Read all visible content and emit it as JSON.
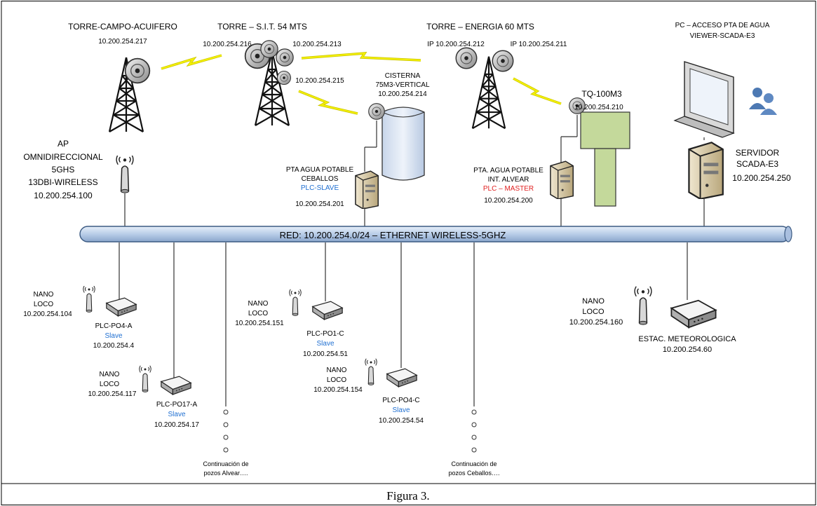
{
  "caption": "Figura 3.",
  "towers": {
    "campo": {
      "title": "TORRE-CAMPO-ACUIFERO",
      "ip": "10.200.254.217"
    },
    "sit": {
      "title": "TORRE – S.I.T. 54 MTS",
      "ip_left": "10.200.254.216",
      "ip_right": "10.200.254.213",
      "ip_lower": "10.200.254.215"
    },
    "energia": {
      "title": "TORRE – ENERGIA 60 MTS",
      "ip_left": "IP 10.200.254.212",
      "ip_right": "IP 10.200.254.211"
    }
  },
  "cisterna": {
    "line1": "CISTERNA",
    "line2": "75M3-VERTICAL",
    "ip": "10.200.254.214"
  },
  "tq": {
    "title": "TQ-100M3",
    "ip": "10.200.254.210"
  },
  "pc": {
    "line1": "PC – ACCESO PTA DE AGUA",
    "line2": "VIEWER-SCADA-E3"
  },
  "servidor": {
    "line1": "SERVIDOR",
    "line2": "SCADA-E3",
    "ip": "10.200.254.250"
  },
  "ap": {
    "line1": "AP",
    "line2": "OMNIDIRECCIONAL",
    "line3": "5GHS",
    "line4": "13DBI-WIRELESS",
    "ip": "10.200.254.100"
  },
  "pta_ceballos": {
    "line1": "PTA AGUA POTABLE",
    "line2": "CEBALLOS",
    "role": "PLC-SLAVE",
    "ip": "10.200.254.201"
  },
  "pta_alvear": {
    "line1": "PTA. AGUA POTABLE",
    "line2": "INT. ALVEAR",
    "role": "PLC – MASTER",
    "ip": "10.200.254.200"
  },
  "network": {
    "label": "RED: 10.200.254.0/24 – ETHERNET WIRELESS-5GHZ"
  },
  "nano_po4a": {
    "line1": "NANO",
    "line2": "LOCO",
    "ip": "10.200.254.104"
  },
  "plc_po4a": {
    "name": "PLC-PO4-A",
    "role": "Slave",
    "ip": "10.200.254.4"
  },
  "nano_po17a": {
    "line1": "NANO",
    "line2": "LOCO",
    "ip": "10.200.254.117"
  },
  "plc_po17a": {
    "name": "PLC-PO17-A",
    "role": "Slave",
    "ip": "10.200.254.17"
  },
  "nano_po1c": {
    "line1": "NANO",
    "line2": "LOCO",
    "ip": "10.200.254.151"
  },
  "plc_po1c": {
    "name": "PLC-PO1-C",
    "role": "Slave",
    "ip": "10.200.254.51"
  },
  "nano_po4c": {
    "line1": "NANO",
    "line2": "LOCO",
    "ip": "10.200.254.154"
  },
  "plc_po4c": {
    "name": "PLC-PO4-C",
    "role": "Slave",
    "ip": "10.200.254.54"
  },
  "nano_met": {
    "line1": "NANO",
    "line2": "LOCO",
    "ip": "10.200.254.160"
  },
  "estac": {
    "name": "ESTAC. METEOROLOGICA",
    "ip": "10.200.254.60"
  },
  "cont_alvear": {
    "line1": "Continuación de",
    "line2": "pozos Alvear…."
  },
  "cont_ceballos": {
    "line1": "Continuación de",
    "line2": "pozos Ceballos…."
  },
  "colors": {
    "network_fill": "#c5d7ee",
    "network_stroke": "#3b5a82",
    "slave": "#1f6fd1",
    "master": "#e02020",
    "lightning": "#f4f000",
    "tank_green": "#c4d99b",
    "cistern": "#dde7f3"
  }
}
